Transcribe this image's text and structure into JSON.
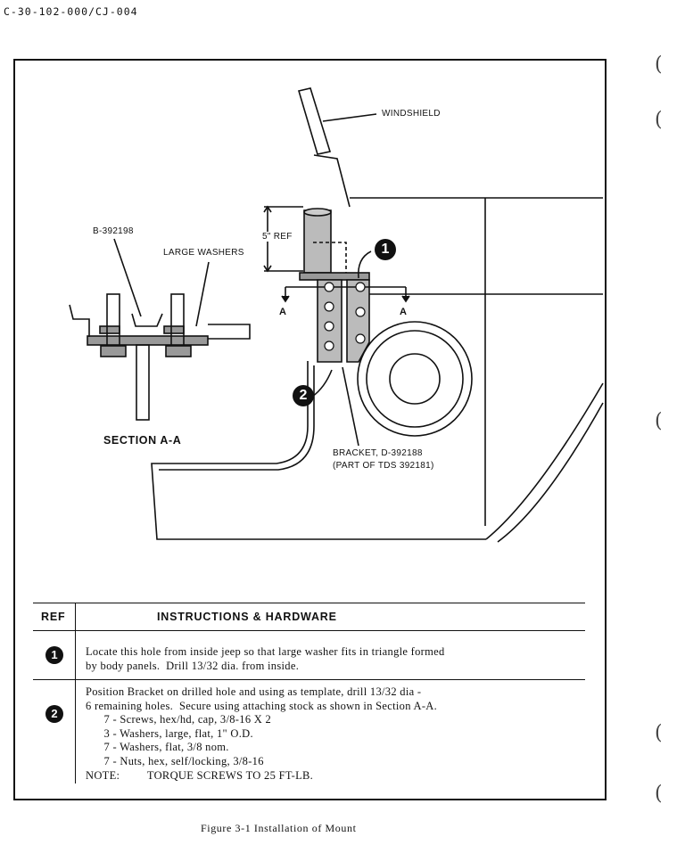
{
  "header": {
    "doc_id": "C-30-102-000/CJ-004"
  },
  "figure": {
    "labels": {
      "windshield": "WINDSHIELD",
      "part_b": "B-392198",
      "large_washers": "LARGE WASHERS",
      "ref_dim": "5\" REF",
      "section_a_left": "A",
      "section_a_right": "A",
      "bracket_line1": "BRACKET, D-392188",
      "bracket_line2": "(PART OF TDS 392181)",
      "section_title": "SECTION A-A"
    },
    "callouts": {
      "one": "1",
      "two": "2"
    }
  },
  "table": {
    "ref_header": "REF",
    "title_header": "INSTRUCTIONS & HARDWARE",
    "rows": [
      {
        "ref": "1",
        "lines": [
          "Locate this hole from inside jeep so that large washer fits in triangle formed",
          "by body panels.  Drill 13/32 dia. from inside."
        ]
      },
      {
        "ref": "2",
        "lines": [
          "Position Bracket on drilled hole and using as template, drill 13/32 dia -",
          "6 remaining holes.  Secure using attaching stock as shown in Section A-A.",
          "      7 - Screws, hex/hd, cap, 3/8-16 X 2",
          "      3 - Washers, large, flat, 1\" O.D.",
          "      7 - Washers, flat, 3/8 nom.",
          "      7 - Nuts, hex, self/locking, 3/8-16",
          "NOTE:         TORQUE SCREWS TO 25 FT-LB."
        ]
      }
    ]
  },
  "caption": "Figure 3-1 Installation of Mount"
}
